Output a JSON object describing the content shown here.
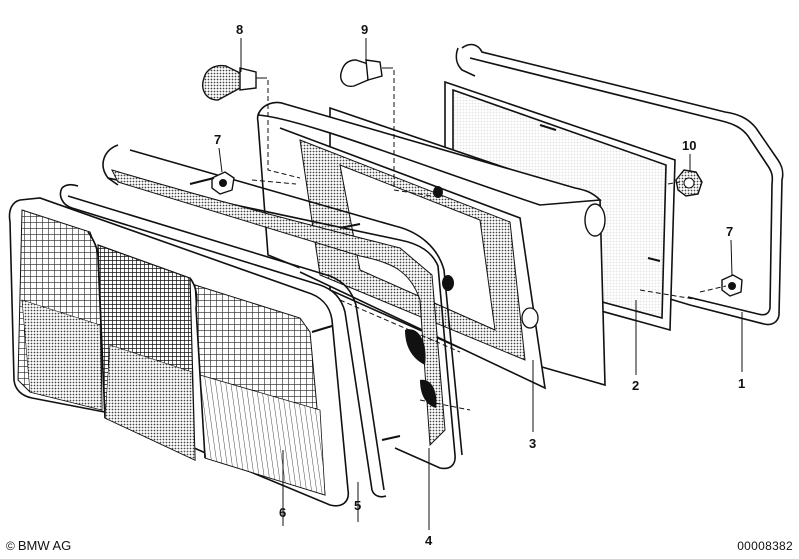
{
  "parts": [
    {
      "number": "1",
      "part": "housing-gasket"
    },
    {
      "number": "2",
      "part": "backplate"
    },
    {
      "number": "3",
      "part": "reflector-housing"
    },
    {
      "number": "4",
      "part": "inner-frame"
    },
    {
      "number": "5",
      "part": "lens-gasket"
    },
    {
      "number": "6",
      "part": "lens"
    },
    {
      "number": "7",
      "part": "nut"
    },
    {
      "number": "7",
      "part": "nut"
    },
    {
      "number": "8",
      "part": "bulb"
    },
    {
      "number": "9",
      "part": "bulb"
    },
    {
      "number": "10",
      "part": "bulb-socket"
    }
  ],
  "footer": {
    "copyright_symbol": "©",
    "copyright": "BMW AG",
    "diagram_id": "00008382"
  }
}
